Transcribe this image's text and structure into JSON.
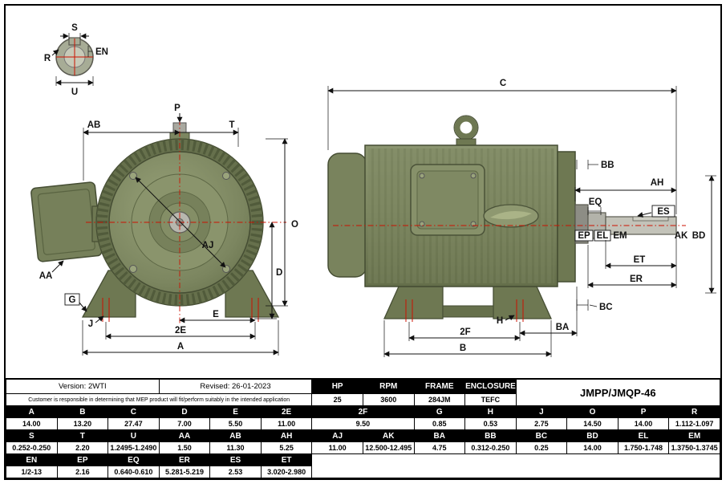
{
  "meta": {
    "version_label": "Version: 2WTI",
    "revised_label": "Revised: 26-01-2023",
    "disclaimer": "Customer is responsible in determining that MEP product will fit/perform suitably in the intended application",
    "model": "JMPP/JMQP-46"
  },
  "specs": {
    "headers": [
      "HP",
      "RPM",
      "FRAME",
      "ENCLOSURE"
    ],
    "values": [
      "25",
      "3600",
      "284JM",
      "TEFC"
    ]
  },
  "dims": {
    "row1_headers": [
      "A",
      "B",
      "C",
      "D",
      "E",
      "2E",
      "2F",
      "G",
      "H",
      "J",
      "O",
      "P",
      "R"
    ],
    "row1_values": [
      "14.00",
      "13.20",
      "27.47",
      "7.00",
      "5.50",
      "11.00",
      "9.50",
      "0.85",
      "0.53",
      "2.75",
      "14.50",
      "14.00",
      "1.112-1.097"
    ],
    "row2_headers": [
      "S",
      "T",
      "U",
      "AA",
      "AB",
      "AH",
      "AJ",
      "AK",
      "BA",
      "BB",
      "BC",
      "BD",
      "EL",
      "EM"
    ],
    "row2_values": [
      "0.252-0.250",
      "2.20",
      "1.2495-1.2490",
      "1.50",
      "11.30",
      "5.25",
      "11.00",
      "12.500-12.495",
      "4.75",
      "0.312-0.250",
      "0.25",
      "14.00",
      "1.750-1.748",
      "1.3750-1.3745"
    ],
    "row3_headers": [
      "EN",
      "EP",
      "EQ",
      "ER",
      "ES",
      "ET"
    ],
    "row3_values": [
      "1/2-13",
      "2.16",
      "0.640-0.610",
      "5.281-5.219",
      "2.53",
      "3.020-2.980"
    ]
  },
  "labels": {
    "A": "A",
    "B": "B",
    "C": "C",
    "D": "D",
    "E": "E",
    "2E": "2E",
    "2F": "2F",
    "G": "G",
    "H": "H",
    "J": "J",
    "O": "O",
    "P": "P",
    "R": "R",
    "S": "S",
    "T": "T",
    "U": "U",
    "AA": "AA",
    "AB": "AB",
    "AH": "AH",
    "AJ": "AJ",
    "AK": "AK",
    "BA": "BA",
    "BB": "BB",
    "BC": "BC",
    "BD": "BD",
    "EL": "EL",
    "EM": "EM",
    "EN": "EN",
    "EP": "EP",
    "EQ": "EQ",
    "ER": "ER",
    "ES": "ES",
    "ET": "ET"
  },
  "colors": {
    "motor_green": "#7c8660",
    "motor_dark": "#515b3b",
    "dim_red": "#cc1100",
    "line_black": "#111111"
  }
}
